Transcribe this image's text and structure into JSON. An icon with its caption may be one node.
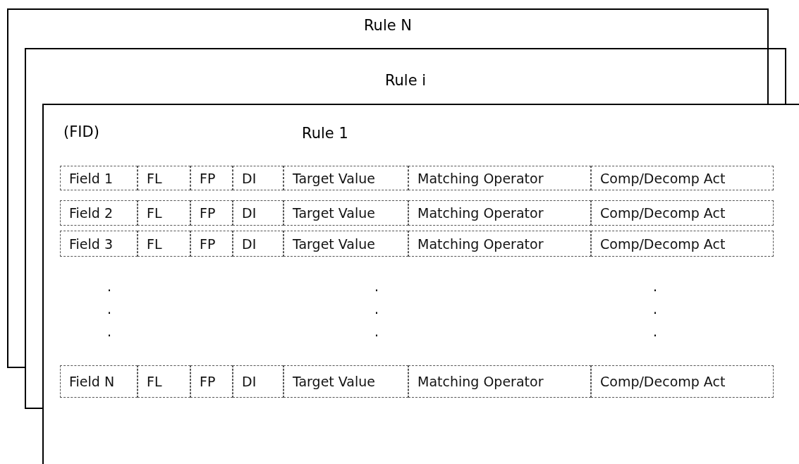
{
  "diagram": {
    "nodes": [
      {
        "text": [
          "Rule N"
        ]
      },
      {
        "text": [
          "Rule i"
        ]
      },
      {
        "text": [
          "(FID)",
          "Rule 1"
        ]
      }
    ],
    "labels": [
      "Field 1",
      "FL",
      "FP",
      "DI",
      "Target Value",
      "Matching Operator",
      "Comp/Decomp Act",
      "Field 2",
      "FL",
      "FP",
      "DI",
      "Target Value",
      "Matching Operator",
      "Comp/Decomp Act",
      "Field 3",
      "FL",
      "FP",
      "DI",
      "Target Value",
      "Matching Operator",
      "Comp/Decomp Act",
      ".",
      ".",
      ".",
      ".",
      ".",
      ".",
      ".",
      ".",
      ".",
      "Field N",
      "FL",
      "FP",
      "DI",
      "Target Value",
      "Matching Operator",
      "Comp/Decomp Act"
    ]
  }
}
